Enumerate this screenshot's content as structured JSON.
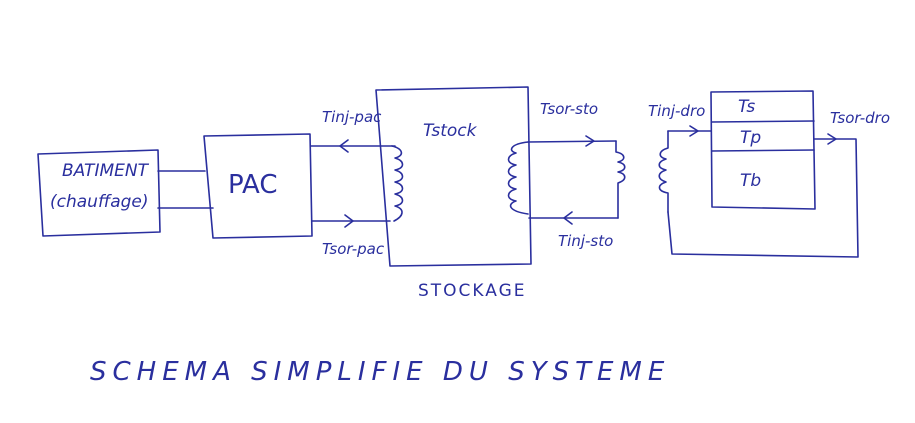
{
  "labels": {
    "batiment_line1": "BATIMENT",
    "batiment_line2": "(chauffage)",
    "pac": "PAC",
    "tinj_pac": "Tinj-pac",
    "tsor_pac": "Tsor-pac",
    "tstock": "Tstock",
    "tsor_sto": "Tsor-sto",
    "tinj_sto": "Tinj-sto",
    "stockage": "STOCKAGE",
    "tinj_dro": "Tinj-dro",
    "tsor_dro": "Tsor-dro",
    "ts": "Ts",
    "tp": "Tp",
    "tb": "Tb",
    "caption": "SCHEMA SIMPLIFIE DU SYSTEME"
  },
  "colors": {
    "ink": "#2a2f9e",
    "background": "#ffffff"
  }
}
